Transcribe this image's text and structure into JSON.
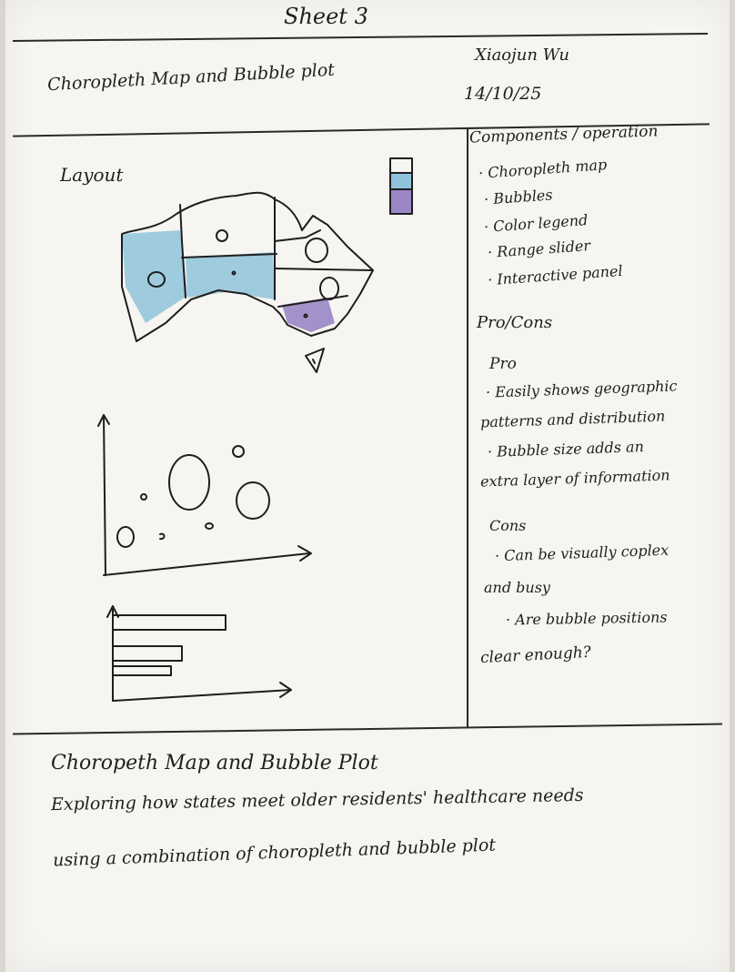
{
  "header": {
    "sheet_label": "Sheet 3",
    "title": "Choropleth Map and Bubble plot",
    "author": "Xiaojun Wu",
    "date": "14/10/25"
  },
  "layout_section": {
    "label": "Layout"
  },
  "components_section": {
    "heading": "Components / operation",
    "items": [
      "· Choropleth map",
      "· Bubbles",
      "· Color legend",
      "· Range slider",
      "· Interactive panel"
    ]
  },
  "pros_cons": {
    "heading": "Pro/Cons",
    "pro_label": "Pro",
    "pro_lines": [
      "· Easily shows geographic",
      "patterns and distribution",
      "· Bubble size adds an",
      "extra layer of information"
    ],
    "cons_label": "Cons",
    "cons_lines": [
      "· Can be visually coplex",
      "and busy",
      "· Are bubble positions",
      "clear enough?"
    ]
  },
  "footer": {
    "title": "Choropeth Map and Bubble Plot",
    "line1": "Exploring how states meet older residents' healthcare needs",
    "line2": "using a combination of choropleth and bubble plot"
  },
  "colors": {
    "paper": "#f6f5f1",
    "map_blue": "#8fc3dc",
    "map_purple": "#9a86c4",
    "ink": "#1e1e1e"
  }
}
